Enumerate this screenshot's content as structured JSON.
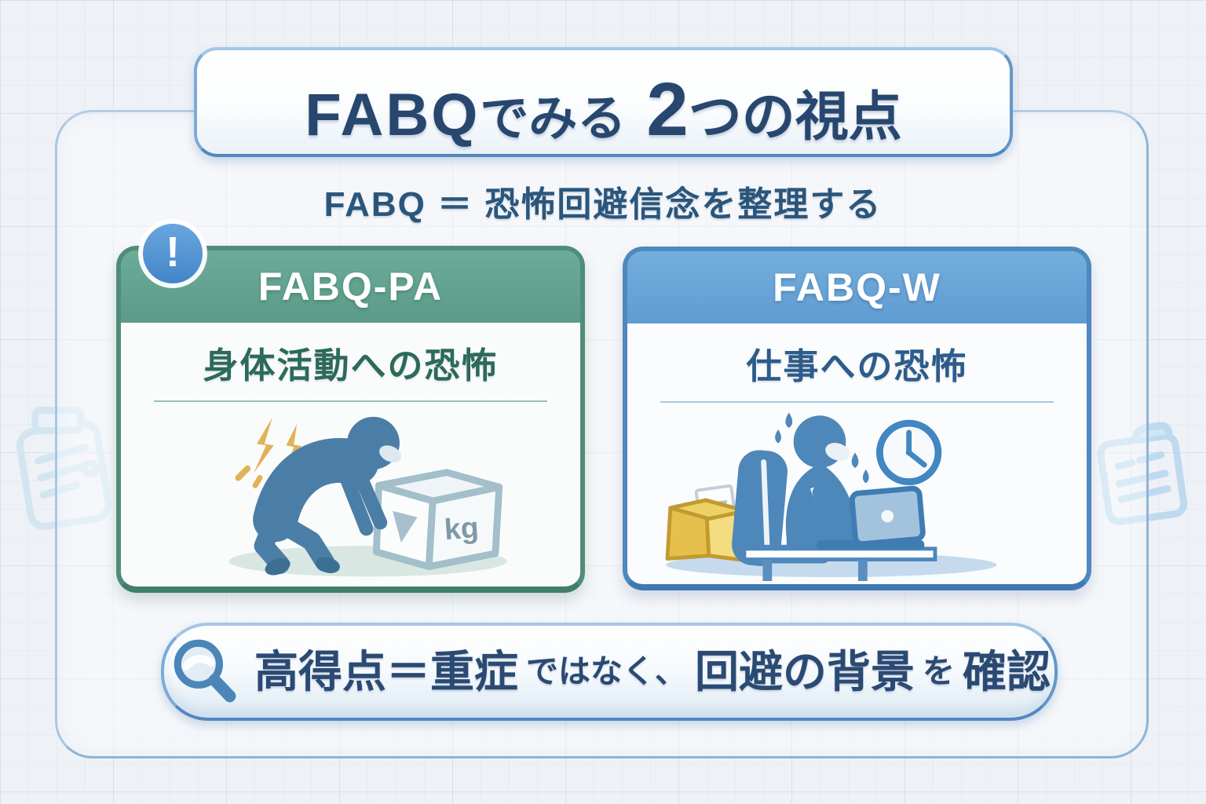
{
  "header": {
    "title_segments": [
      {
        "text": "FABQ"
      },
      {
        "text": "でみる"
      },
      {
        "text": "2"
      },
      {
        "text": "つの視点"
      }
    ],
    "subtitle": "FABQ ＝ 恐怖回避信念を整理する"
  },
  "cards": {
    "pa": {
      "header_label": "FABQ-PA",
      "heading": "身体活動への恐怖",
      "badge_glyph": "!",
      "box_unit_label": "kg",
      "accent_color": "#63a08f",
      "heading_color": "#2c6a5b",
      "illustration": "person-lifting-heavy-box-with-back-pain"
    },
    "w": {
      "header_label": "FABQ-W",
      "heading": "仕事への恐怖",
      "accent_color": "#6aa4d4",
      "heading_color": "#2d5c8c",
      "illustration": "person-stressed-working-at-desk"
    }
  },
  "footer": {
    "segments": [
      {
        "text": "高得点＝重症",
        "emphasis": "large"
      },
      {
        "text": "ではなく、",
        "emphasis": "small"
      },
      {
        "text": "回避の背景",
        "emphasis": "large"
      },
      {
        "text": "を",
        "emphasis": "small"
      },
      {
        "text": "確認",
        "emphasis": "large"
      }
    ]
  },
  "icons": {
    "alert": "exclamation-badge-icon",
    "magnifier": "magnifying-glass-icon",
    "clock": "clock-icon",
    "left_decor": "clipboard-note-icon",
    "right_decor": "document-folder-icon",
    "pain": "pain-flash-icon"
  },
  "colors": {
    "title_text": "#27476f",
    "banner_border": "#6397cb",
    "pa_header_bg": "#63a08f",
    "w_header_bg": "#6aa4d4",
    "figure_blue": "#4e87ba",
    "bolt_yellow": "#e2b258",
    "tray_yellow": "#eecc55"
  }
}
